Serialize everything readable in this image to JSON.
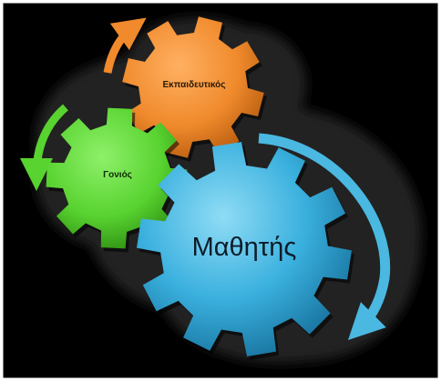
{
  "diagram": {
    "gears": [
      {
        "id": "educator",
        "label": "Εκπαιδευτικός",
        "color": "#f08a2c"
      },
      {
        "id": "parent",
        "label": "Γονιός",
        "color": "#58d330"
      },
      {
        "id": "student",
        "label": "Μαθητής",
        "color": "#3ab0de"
      }
    ],
    "arrows": [
      {
        "id": "orange-arrow",
        "color": "#f08a2c"
      },
      {
        "id": "green-arrow",
        "color": "#58d330"
      },
      {
        "id": "blue-arrow",
        "color": "#4ab8e0"
      }
    ],
    "colors": {
      "background": "#000000",
      "glow": "#1e1e1e",
      "frame": "#ffffff"
    }
  }
}
